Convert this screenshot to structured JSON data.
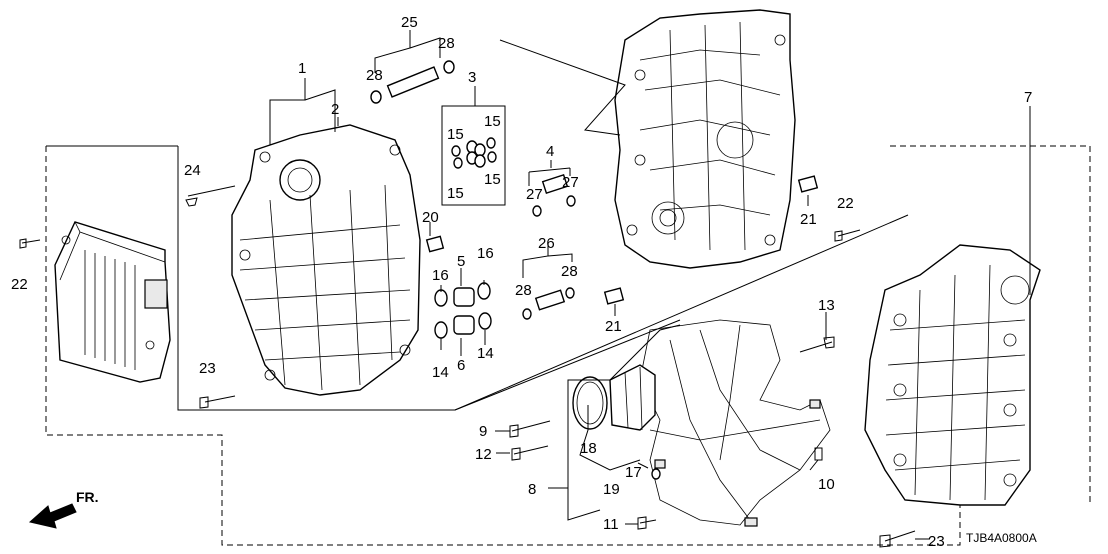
{
  "diagram": {
    "code": "TJB4A0800A",
    "direction": "FR.",
    "callouts": {
      "c1": "1",
      "c2": "2",
      "c3": "3",
      "c4": "4",
      "c5": "5",
      "c6": "6",
      "c7": "7",
      "c8": "8",
      "c9": "9",
      "c10": "10",
      "c11": "11",
      "c12": "12",
      "c13": "13",
      "c14a": "14",
      "c14b": "14",
      "c15a": "15",
      "c15b": "15",
      "c15c": "15",
      "c15d": "15",
      "c16a": "16",
      "c16b": "16",
      "c17": "17",
      "c18": "18",
      "c19": "19",
      "c20": "20",
      "c21a": "21",
      "c21b": "21",
      "c22a": "22",
      "c22b": "22",
      "c23a": "23",
      "c23b": "23",
      "c24": "24",
      "c25": "25",
      "c26": "26",
      "c27a": "27",
      "c27b": "27",
      "c28a": "28",
      "c28b": "28",
      "c28c": "28",
      "c28d": "28"
    }
  }
}
